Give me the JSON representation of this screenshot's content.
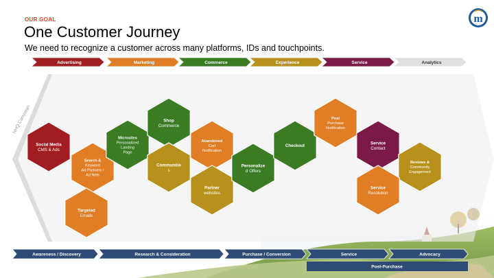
{
  "header": {
    "eyebrow": "OUR GOAL",
    "title": "One Customer Journey",
    "subtitle": "We need to recognize a customer across many platforms, IDs and touchpoints."
  },
  "logo_letter": "m",
  "side_label": "NHQ Campaign",
  "channels": [
    {
      "label": "Advertising",
      "color": "#a11d21",
      "text": "#ffffff"
    },
    {
      "label": "Marketing",
      "color": "#e07d25",
      "text": "#ffffff"
    },
    {
      "label": "Commerce",
      "color": "#3a7b24",
      "text": "#ffffff"
    },
    {
      "label": "Experience",
      "color": "#b8911d",
      "text": "#ffffff"
    },
    {
      "label": "Service",
      "color": "#7b1a48",
      "text": "#ffffff"
    },
    {
      "label": "Analytics",
      "color": "#e0e0e0",
      "text": "#333333"
    }
  ],
  "touchpoints": [
    {
      "label": "Social Media\nCMS & Ads",
      "color": "#a11d21"
    },
    {
      "label": "Search &\nKeyword\nAd Partners /\nAd Nets",
      "color": "#e07d25"
    },
    {
      "label": "Targeted\nEmails",
      "color": "#e07d25"
    },
    {
      "label": "Microsites\nPersonalized\nLanding\nPage",
      "color": "#3a7b24"
    },
    {
      "label": "Shop\nCommerce",
      "color": "#3a7b24"
    },
    {
      "label": "Communitie\ns",
      "color": "#b8911d"
    },
    {
      "label": "Abandoned\nCart\nNotification",
      "color": "#e07d25"
    },
    {
      "label": "Partner\nwebsites",
      "color": "#b8911d"
    },
    {
      "label": "Personalize\nd Offers",
      "color": "#3a7b24"
    },
    {
      "label": "Checkout",
      "color": "#3a7b24"
    },
    {
      "label": "Post\nPurchase\nNotification",
      "color": "#e07d25"
    },
    {
      "label": "Service\nContact",
      "color": "#7b1a48"
    },
    {
      "label": "Reviews &\nCommunity\nEngagement",
      "color": "#b8911d"
    },
    {
      "label": "Service\nResolution",
      "color": "#e07d25"
    }
  ],
  "stages": [
    {
      "label": "Awareness / Discovery"
    },
    {
      "label": "Research & Consideration"
    },
    {
      "label": "Purchase / Conversion"
    },
    {
      "label": "Service"
    },
    {
      "label": "Advocacy"
    }
  ],
  "post_purchase": "Post-Purchase",
  "colors": {
    "stage_bar": "#2f4a74",
    "accent": "#d44a24"
  }
}
